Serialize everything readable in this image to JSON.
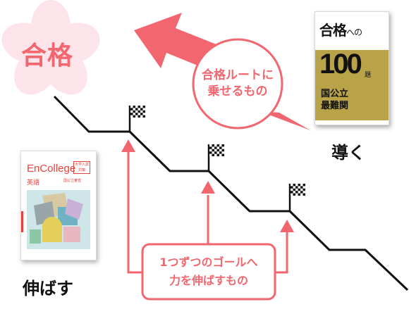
{
  "goal_label": "合格",
  "circle_text": {
    "line1": "合格ルートに",
    "line2": "乗せるもの"
  },
  "right_book": {
    "title_prefix": "合格",
    "title_small": "への",
    "number": "100",
    "number_suffix": "題",
    "line2": "国公立",
    "line3": "最難関"
  },
  "right_label": "導く",
  "left_book": {
    "title": "EnCollege",
    "subtitle": "英語",
    "tag": "大学入試対策",
    "subtitle2": "国公立審査"
  },
  "left_label": "伸ばす",
  "box_text": {
    "line1": "1つずつのゴールへ",
    "line2": "力を伸ばすもの"
  },
  "colors": {
    "accent": "#f1666f",
    "blossom": "#fde3ea",
    "steps": "#111111"
  }
}
